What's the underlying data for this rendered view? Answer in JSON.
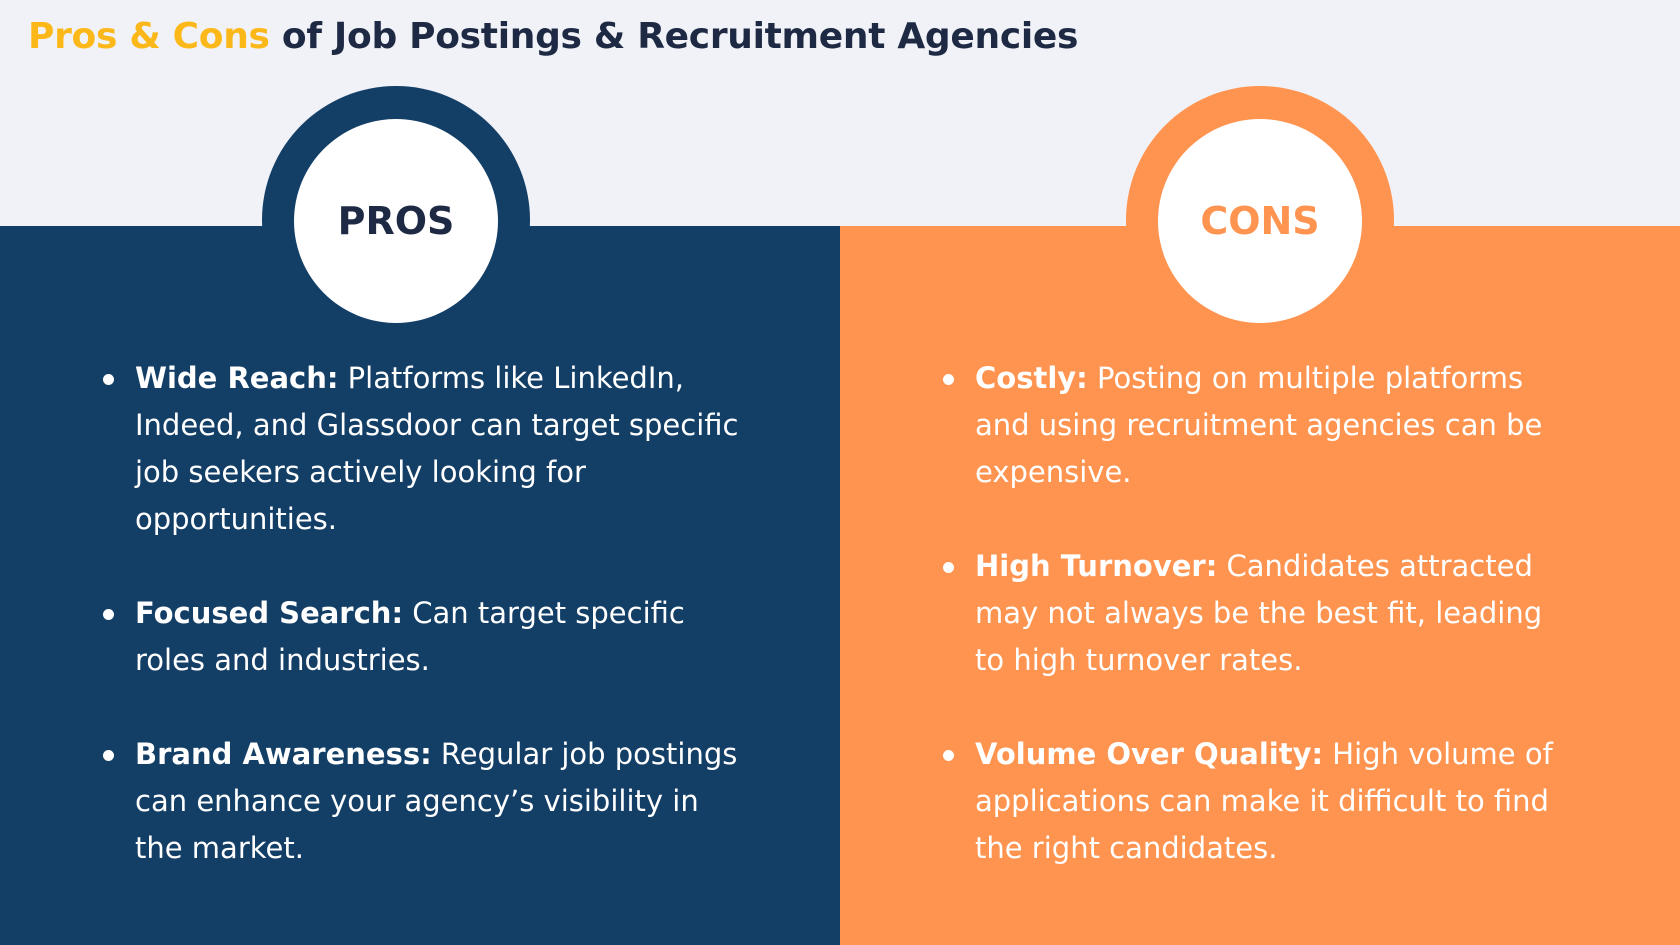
{
  "header": {
    "title_highlight": "Pros & Cons",
    "title_rest": " of Job Postings & Recruitment Agencies"
  },
  "colors": {
    "title_highlight": "#fbb818",
    "title_text": "#1e2a44",
    "pros_panel": "#133e66",
    "cons_panel": "#fe9450",
    "background": "#f1f2f8"
  },
  "pros": {
    "label": "PROS",
    "items": [
      {
        "term": "Wide Reach:",
        "text": " Platforms like LinkedIn, Indeed, and Glassdoor can target specific job seekers actively looking for opportunities."
      },
      {
        "term": "Focused Search:",
        "text": " Can target specific roles and industries."
      },
      {
        "term": "Brand Awareness:",
        "text": " Regular job postings can enhance your agency’s visibility in the market."
      }
    ]
  },
  "cons": {
    "label": "CONS",
    "items": [
      {
        "term": "Costly:",
        "text": " Posting on multiple platforms and using recruitment agencies can be expensive."
      },
      {
        "term": "High Turnover:",
        "text": " Candidates attracted may not always be the best fit, leading to high turnover rates."
      },
      {
        "term": "Volume Over Quality:",
        "text": " High volume of applications can make it difficult to find the right candidates."
      }
    ]
  }
}
